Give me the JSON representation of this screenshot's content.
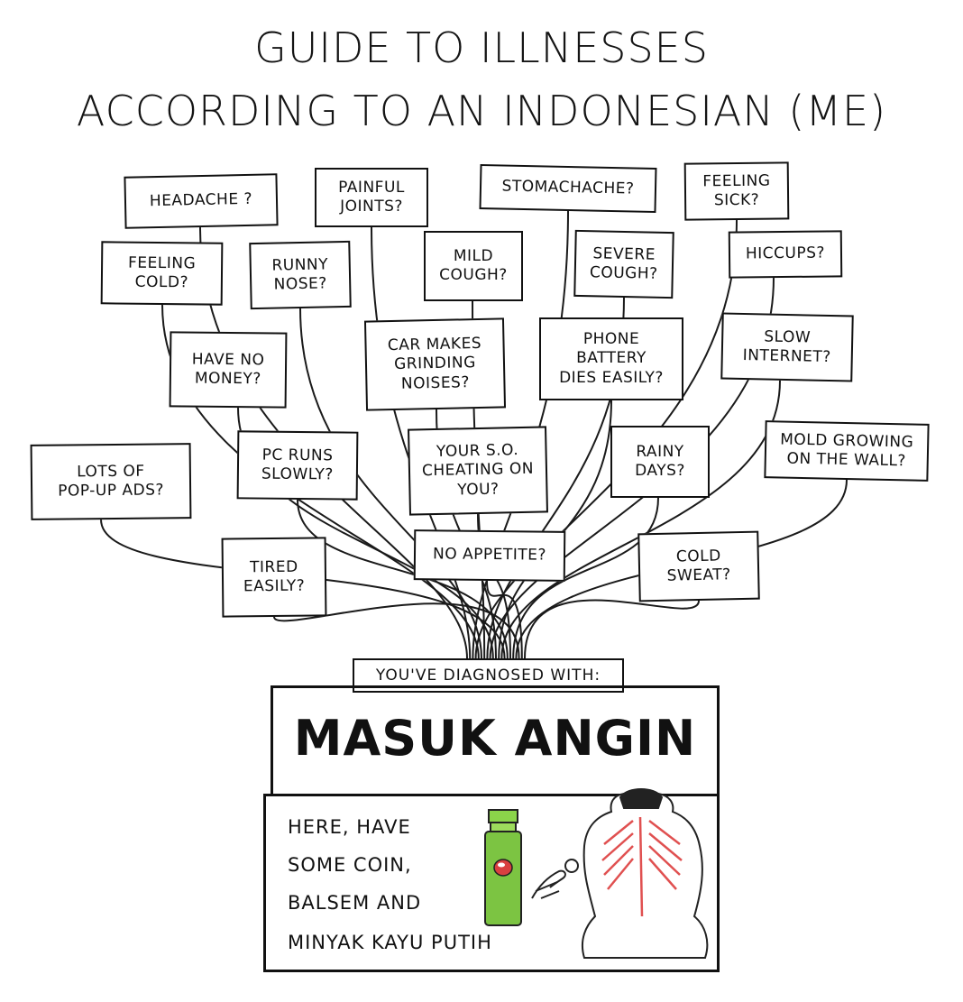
{
  "title": {
    "line1": "GUIDE TO ILLNESSES",
    "line2": "ACCORDING TO AN INDONESIAN (ME)"
  },
  "symptoms": [
    "HEADACHE ?",
    "PAINFUL\nJOINTS?",
    "STOMACHACHE?",
    "FEELING\nSICK?",
    "FEELING\nCOLD?",
    "RUNNY\nNOSE?",
    "MILD\nCOUGH?",
    "SEVERE\nCOUGH?",
    "HICCUPS?",
    "HAVE NO\nMONEY?",
    "CAR MAKES\nGRINDING\nNOISES?",
    "PHONE\nBATTERY\nDIES EASILY?",
    "SLOW\nINTERNET?",
    "LOTS OF\nPOP-UP ADS?",
    "PC RUNS\nSLOWLY?",
    "YOUR S.O.\nCHEATING ON\nYOU?",
    "RAINY\nDAYS?",
    "MOLD GROWING\nON THE WALL?",
    "TIRED\nEASILY?",
    "NO APPETITE?",
    "COLD\nSWEAT?"
  ],
  "result": {
    "banner": "YOU'VE DIAGNOSED WITH:",
    "diagnosis": "MASUK ANGIN",
    "remedy": [
      "HERE, HAVE",
      "SOME COIN,",
      "BALSEM AND",
      "MINYAK KAYU PUTIH"
    ]
  }
}
